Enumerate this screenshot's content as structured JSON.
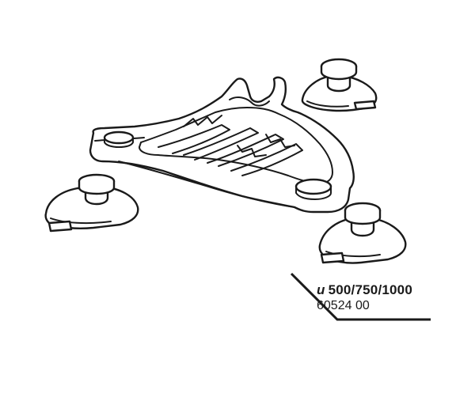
{
  "label": {
    "model_prefix": "u",
    "model_sizes": "500/750/1000",
    "part_number": "60524 00"
  },
  "colors": {
    "ink": "#1a1a1a",
    "background": "#ffffff"
  }
}
